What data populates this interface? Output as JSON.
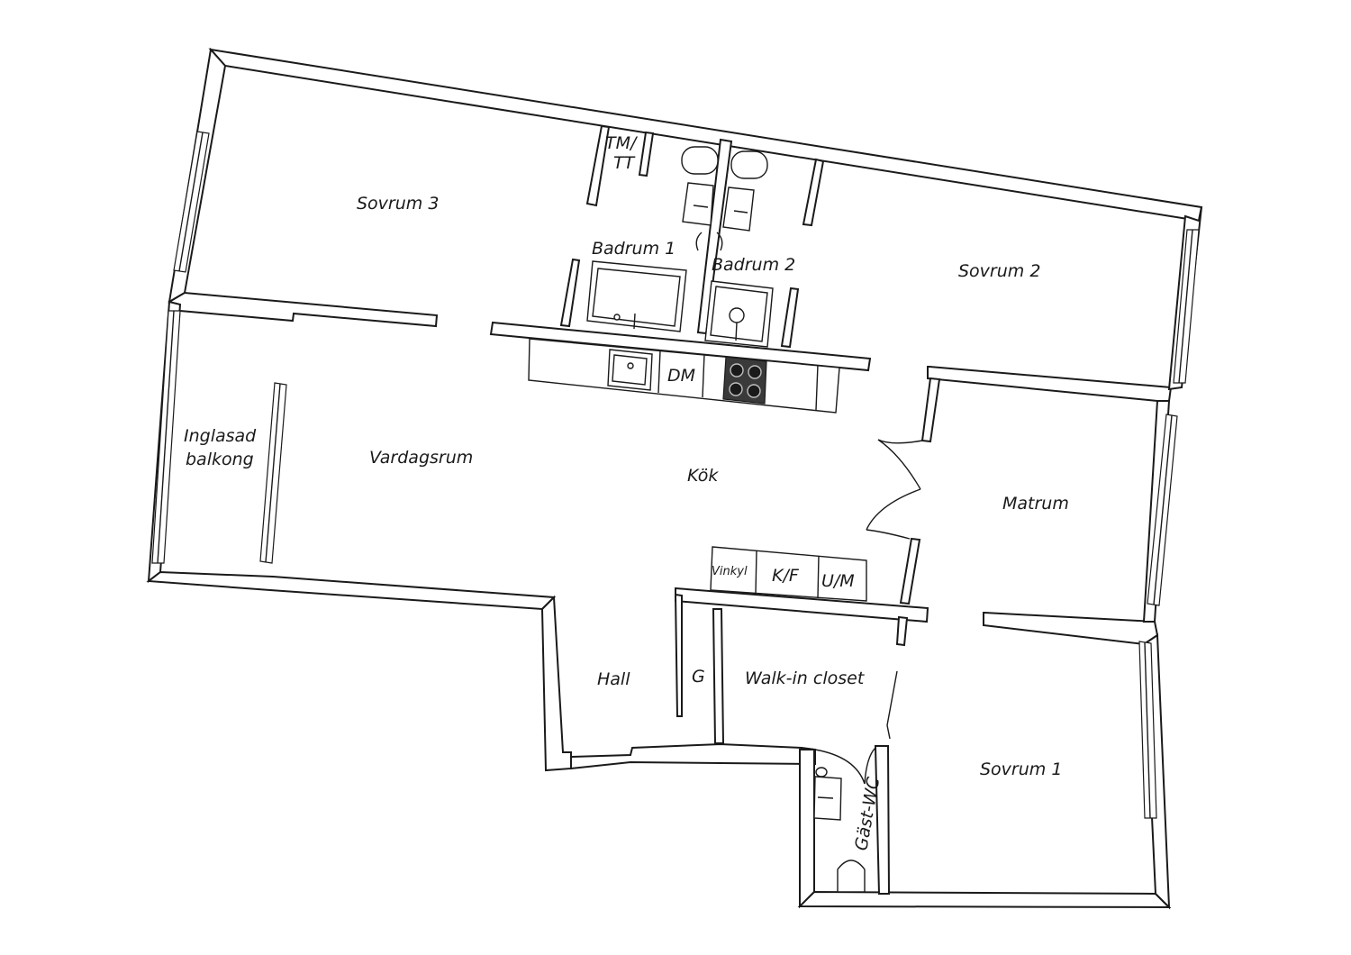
{
  "floorplan": {
    "rooms": {
      "sovrum_3": "Sovrum 3",
      "tm_tt_line1": "TM/",
      "tm_tt_line2": "TT",
      "badrum_1": "Badrum 1",
      "badrum_2": "Badrum 2",
      "sovrum_2": "Sovrum 2",
      "dm": "DM",
      "inglasad_line1": "Inglasad",
      "inglasad_line2": "balkong",
      "vardagsrum": "Vardagsrum",
      "kok": "Kök",
      "matrum": "Matrum",
      "vinkyl": "Vinkyl",
      "kf": "K/F",
      "um": "U/M",
      "hall": "Hall",
      "g": "G",
      "walk_in_closet": "Walk-in closet",
      "gast_wc": "Gäst-WC",
      "sovrum_1": "Sovrum 1"
    },
    "colors": {
      "line": "#1a1a1a",
      "background": "#ffffff",
      "hob": "#3a3a3a"
    }
  }
}
